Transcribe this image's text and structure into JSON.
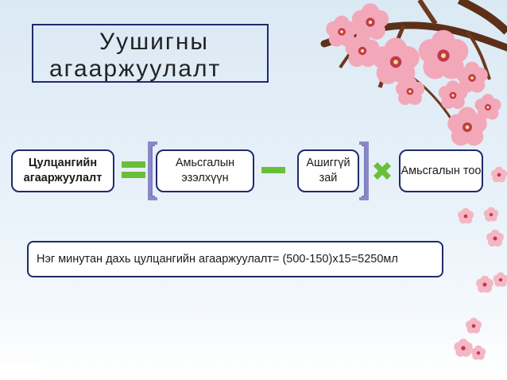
{
  "title": {
    "line1": "Уушигны",
    "line2": "агааржуулалт"
  },
  "equation": {
    "result_label": "Цулцангийн агааржуулалт",
    "term1": "Амьсгалын эзэлхүүн",
    "term2": "Ашиггүй зай",
    "term3": "Амьсгалын тоо"
  },
  "formula": "Нэг минутан дахь цулцангийн агааржуулалт= (500-150)x15=5250мл",
  "colors": {
    "accent_green": "#6abf3a",
    "border_navy": "#1f2b6b",
    "bracket_purple": "#8a88c8",
    "blossom_pink": "#f0a3b4",
    "branch_brown": "#6b3a1e"
  },
  "icons": {
    "equals": "equals-sign-icon",
    "minus": "minus-sign-icon",
    "times": "multiply-sign-icon"
  }
}
